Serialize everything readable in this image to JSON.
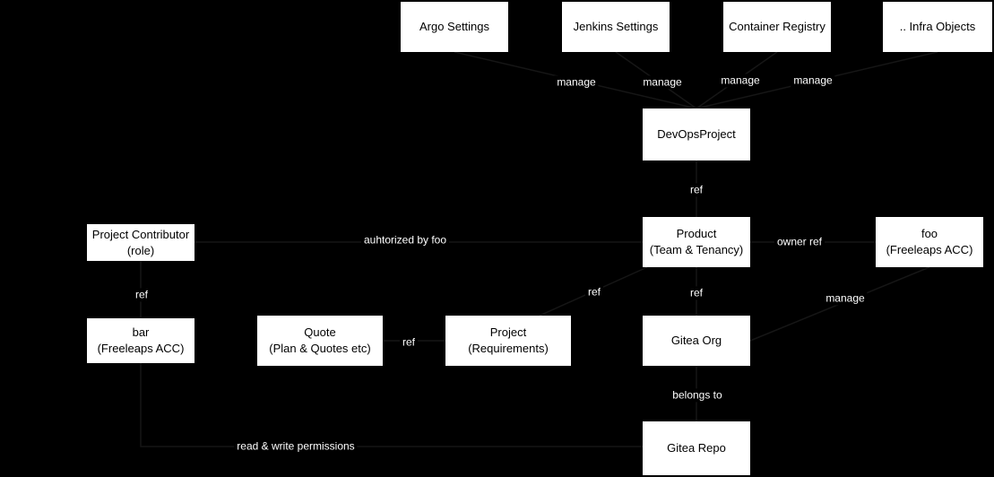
{
  "diagram": {
    "colors": {
      "background": "#000000",
      "node_fill": "#ffffff",
      "node_text": "#000000",
      "edge_label_text": "#ffffff"
    }
  },
  "nodes": {
    "argo_settings": {
      "lines": [
        "Argo Settings"
      ]
    },
    "jenkins_settings": {
      "lines": [
        "Jenkins Settings"
      ]
    },
    "container_registry": {
      "lines": [
        "Container Registry"
      ]
    },
    "infra_objects": {
      "lines": [
        ".. Infra Objects"
      ]
    },
    "devops_project": {
      "lines": [
        "DevOpsProject"
      ]
    },
    "product": {
      "lines": [
        "Product",
        "(Team & Tenancy)"
      ]
    },
    "foo_acc": {
      "lines": [
        "foo",
        "(Freeleaps ACC)"
      ]
    },
    "project_contributor": {
      "lines": [
        "Project Contributor",
        "(role)"
      ]
    },
    "bar_acc": {
      "lines": [
        "bar",
        "(Freeleaps ACC)"
      ]
    },
    "quote": {
      "lines": [
        "Quote",
        "(Plan & Quotes etc)"
      ]
    },
    "project": {
      "lines": [
        "Project",
        "(Requirements)"
      ]
    },
    "gitea_org": {
      "lines": [
        "Gitea Org"
      ]
    },
    "gitea_repo": {
      "lines": [
        "Gitea Repo"
      ]
    }
  },
  "edge_labels": {
    "manage_argo": "manage",
    "manage_jenkins": "manage",
    "manage_registry": "manage",
    "manage_infra": "manage",
    "ref_devops_product": "ref",
    "owner_ref": "owner ref",
    "manage_foo_org": "manage",
    "authorized_by_foo": "auhtorized by foo",
    "ref_contributor_bar": "ref",
    "ref_product_org": "ref",
    "ref_project_product": "ref",
    "ref_quote_project": "ref",
    "belongs_to": "belongs to",
    "read_write_permissions": "read & write permissions"
  }
}
